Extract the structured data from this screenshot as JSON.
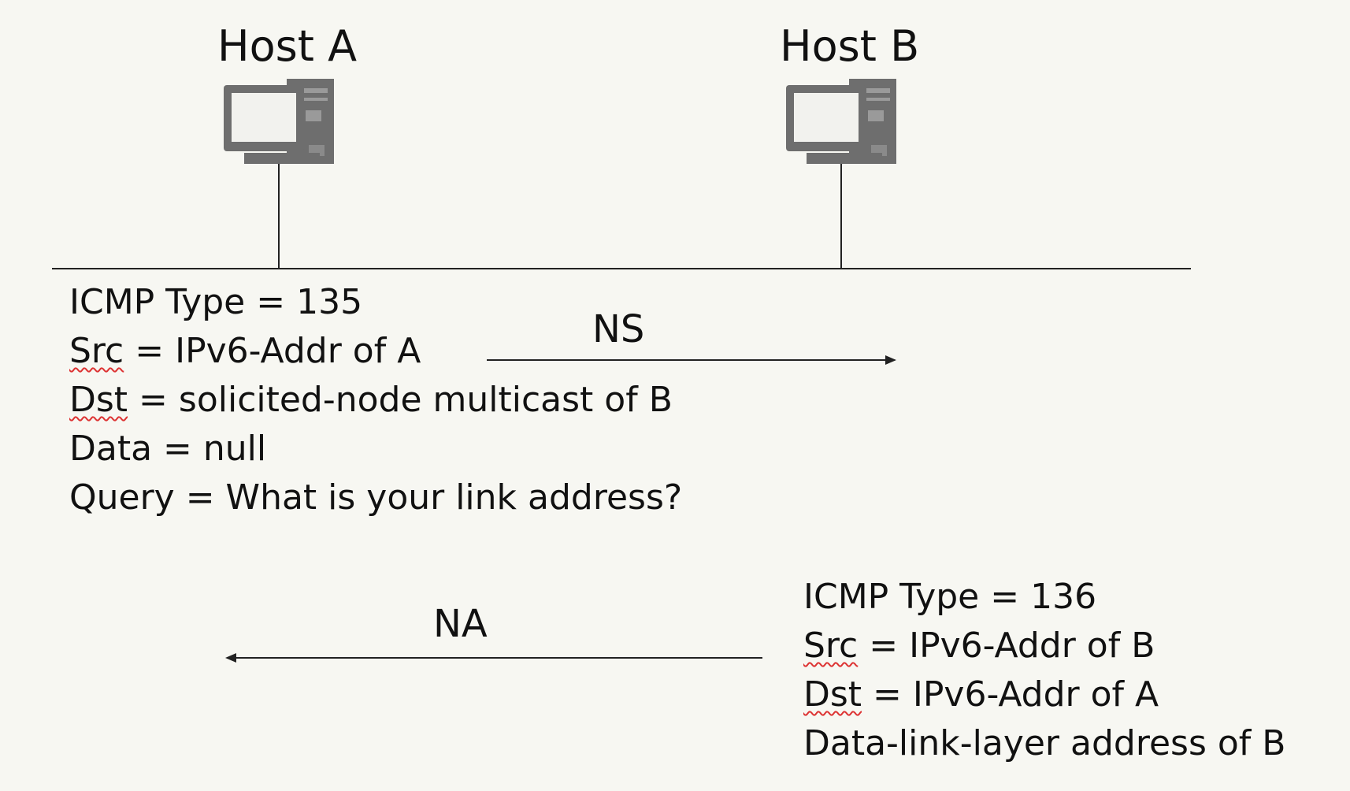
{
  "host_a": {
    "label": "Host A"
  },
  "host_b": {
    "label": "Host B"
  },
  "ns": {
    "arrow_label": "NS",
    "lines": [
      {
        "key": "ICMP Type",
        "text": " = 135"
      },
      {
        "key": "Src",
        "text": " = IPv6-Addr of A"
      },
      {
        "key": "Dst",
        "text": " = solicited-node multicast of B"
      },
      {
        "key": "Data",
        "text": " = null"
      },
      {
        "key": "Query",
        "text": " = What is your link address?"
      }
    ]
  },
  "na": {
    "arrow_label": "NA",
    "lines": [
      {
        "key": "ICMP Type",
        "text": " = 136"
      },
      {
        "key": "Src",
        "text": " = IPv6-Addr of B"
      },
      {
        "key": "Dst",
        "text": " = IPv6-Addr of A"
      },
      {
        "key": "Data-link-layer address of B",
        "text": ""
      }
    ]
  },
  "colors": {
    "background": "#f7f7f2",
    "line": "#222222",
    "computer": "#6e6e6e",
    "screen": "#f2f2ee"
  }
}
